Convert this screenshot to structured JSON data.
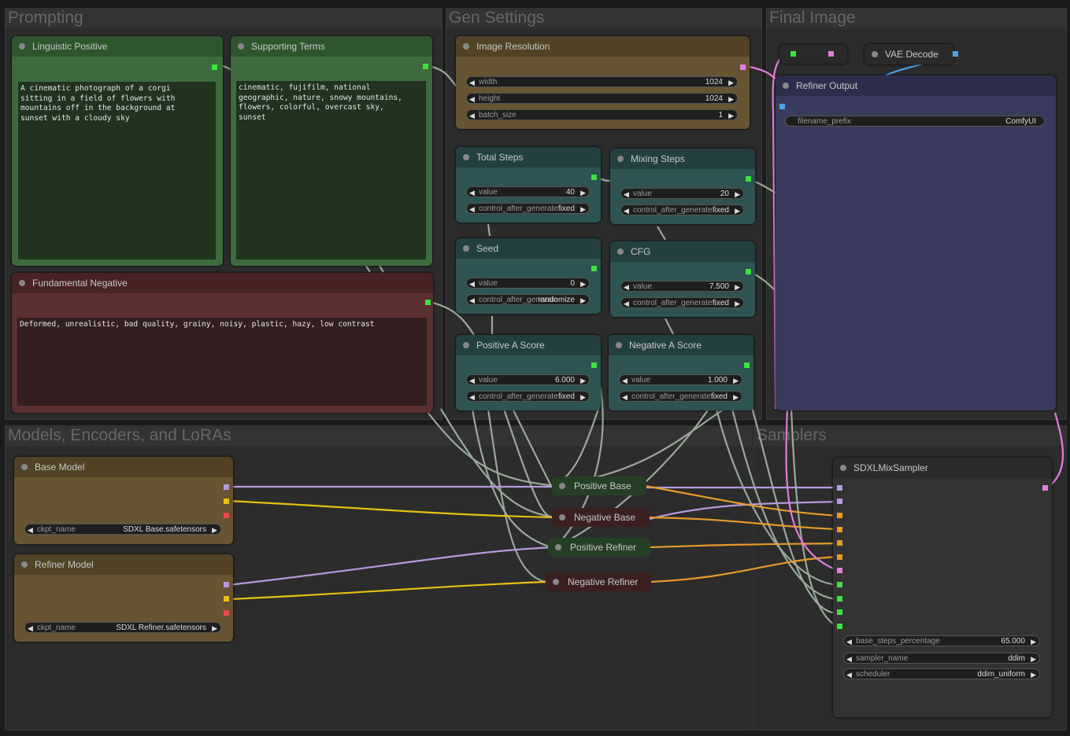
{
  "groups": {
    "prompting": "Prompting",
    "gen_settings": "Gen Settings",
    "final_image": "Final Image",
    "models": "Models, Encoders, and LoRAs",
    "samplers": "Samplers"
  },
  "nodes": {
    "linguistic_positive": {
      "title": "Linguistic Positive",
      "text": "A cinematic photograph of a corgi\nsitting in a field of flowers with\nmountains off in the background at\nsunset with a cloudy sky"
    },
    "supporting_terms": {
      "title": "Supporting Terms",
      "text": "cinematic, fujifilm, national\ngeographic, nature, snowy mountains,\nflowers, colorful, overcast sky,\nsunset"
    },
    "fundamental_negative": {
      "title": "Fundamental Negative",
      "text": "Deformed, unrealistic, bad quality, grainy, noisy, plastic, hazy, low contrast"
    },
    "image_resolution": {
      "title": "Image Resolution",
      "widgets": [
        {
          "label": "width",
          "value": "1024"
        },
        {
          "label": "height",
          "value": "1024"
        },
        {
          "label": "batch_size",
          "value": "1"
        }
      ]
    },
    "total_steps": {
      "title": "Total Steps",
      "widgets": [
        {
          "label": "value",
          "value": "40"
        },
        {
          "label": "control_after_generate",
          "value": "fixed"
        }
      ]
    },
    "mixing_steps": {
      "title": "Mixing Steps",
      "widgets": [
        {
          "label": "value",
          "value": "20"
        },
        {
          "label": "control_after_generate",
          "value": "fixed"
        }
      ]
    },
    "seed": {
      "title": "Seed",
      "widgets": [
        {
          "label": "value",
          "value": "0"
        },
        {
          "label": "control_after_generate",
          "value": "randomize"
        }
      ]
    },
    "cfg": {
      "title": "CFG",
      "widgets": [
        {
          "label": "value",
          "value": "7.500"
        },
        {
          "label": "control_after_generate",
          "value": "fixed"
        }
      ]
    },
    "positive_a_score": {
      "title": "Positive A Score",
      "widgets": [
        {
          "label": "value",
          "value": "6.000"
        },
        {
          "label": "control_after_generate",
          "value": "fixed"
        }
      ]
    },
    "negative_a_score": {
      "title": "Negative A Score",
      "widgets": [
        {
          "label": "value",
          "value": "1.000"
        },
        {
          "label": "control_after_generate",
          "value": "fixed"
        }
      ]
    },
    "vae_decode": {
      "title": "VAE Decode"
    },
    "refiner_output": {
      "title": "Refiner Output",
      "widgets": [
        {
          "label": "filename_prefix",
          "value": "ComfyUI"
        }
      ]
    },
    "base_model": {
      "title": "Base Model",
      "widgets": [
        {
          "label": "ckpt_name",
          "value": "SDXL Base.safetensors"
        }
      ]
    },
    "refiner_model": {
      "title": "Refiner Model",
      "widgets": [
        {
          "label": "ckpt_name",
          "value": "SDXL Refiner.safetensors"
        }
      ]
    },
    "sampler": {
      "title": "SDXLMixSampler",
      "widgets": [
        {
          "label": "base_steps_percentage",
          "value": "65.000"
        },
        {
          "label": "sampler_name",
          "value": "ddim"
        },
        {
          "label": "scheduler",
          "value": "ddim_uniform"
        }
      ]
    }
  },
  "reroutes": {
    "positive_base": "Positive Base",
    "negative_base": "Negative Base",
    "positive_refiner": "Positive Refiner",
    "negative_refiner": "Negative Refiner"
  },
  "colors": {
    "green_node": "#3d6b3d",
    "red_node": "#5a2f2f",
    "brown_node": "#665432",
    "teal_node": "#2e5353",
    "blue_node": "#3a3a5e",
    "wire_gray": "#9aa89a",
    "wire_purple": "#b59ae0",
    "wire_yellow": "#e8c012",
    "wire_orange": "#e89a2a",
    "wire_pink": "#e37de0",
    "wire_blue": "#4aa3e8"
  }
}
